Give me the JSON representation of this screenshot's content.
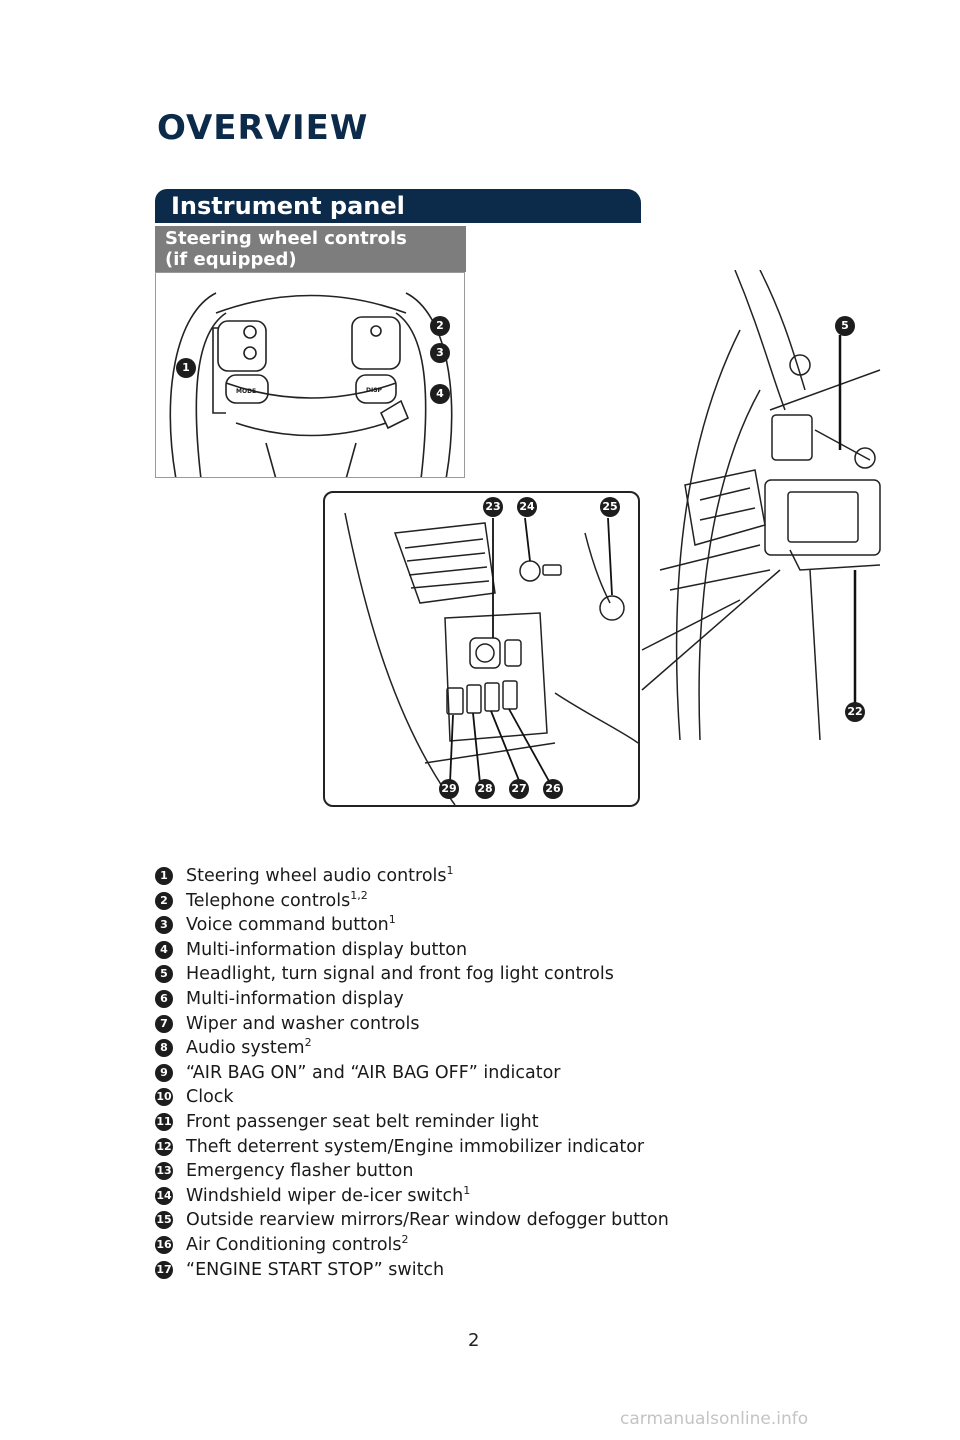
{
  "header": {
    "title": "OVERVIEW"
  },
  "section": {
    "title": "Instrument panel",
    "subtitle": "Steering wheel controls\n(if equipped)"
  },
  "diagram": {
    "wheel_labels": {
      "mode": "MODE",
      "disp": "DISP"
    },
    "callouts": [
      "1",
      "2",
      "3",
      "4",
      "5",
      "22",
      "23",
      "24",
      "25",
      "26",
      "27",
      "28",
      "29"
    ]
  },
  "legend": [
    {
      "num": "1",
      "text": "Steering wheel audio controls",
      "sup": "1"
    },
    {
      "num": "2",
      "text": "Telephone controls",
      "sup": "1,2"
    },
    {
      "num": "3",
      "text": "Voice command button",
      "sup": "1"
    },
    {
      "num": "4",
      "text": "Multi-information display button",
      "sup": ""
    },
    {
      "num": "5",
      "text": "Headlight, turn signal and front fog light controls",
      "sup": ""
    },
    {
      "num": "6",
      "text": "Multi-information display",
      "sup": ""
    },
    {
      "num": "7",
      "text": "Wiper and washer controls",
      "sup": ""
    },
    {
      "num": "8",
      "text": "Audio system",
      "sup": "2"
    },
    {
      "num": "9",
      "text": "“AIR BAG ON” and “AIR BAG OFF” indicator",
      "sup": ""
    },
    {
      "num": "10",
      "text": "Clock",
      "sup": ""
    },
    {
      "num": "11",
      "text": "Front passenger seat belt reminder light",
      "sup": ""
    },
    {
      "num": "12",
      "text": "Theft deterrent system/Engine immobilizer indicator",
      "sup": ""
    },
    {
      "num": "13",
      "text": "Emergency flasher button",
      "sup": ""
    },
    {
      "num": "14",
      "text": "Windshield wiper de-icer switch",
      "sup": "1"
    },
    {
      "num": "15",
      "text": "Outside rearview mirrors/Rear window defogger button",
      "sup": ""
    },
    {
      "num": "16",
      "text": "Air Conditioning controls",
      "sup": "2"
    },
    {
      "num": "17",
      "text": "“ENGINE START STOP” switch",
      "sup": ""
    }
  ],
  "footer": {
    "page_number": "2",
    "watermark": "carmanualsonline.info"
  }
}
